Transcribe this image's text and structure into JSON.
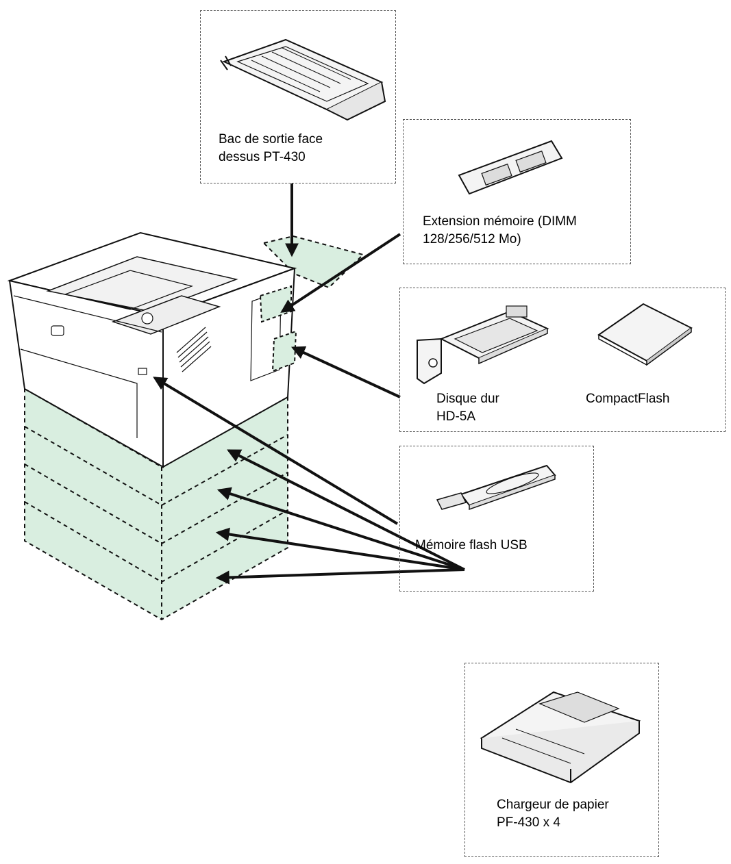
{
  "colors": {
    "option_fill": "#d9eee0",
    "line": "#111111",
    "dash_border": "#555555"
  },
  "callouts": {
    "face_up_tray": {
      "label": "Bac de sortie face\ndessus PT-430",
      "icon": "face-up-tray-icon"
    },
    "memory": {
      "label": "Extension mémoire (DIMM\n128/256/512 Mo)",
      "icon": "dimm-memory-icon"
    },
    "hard_disk": {
      "label": "Disque dur\nHD-5A",
      "icon": "hard-disk-icon"
    },
    "compactflash": {
      "label": "CompactFlash",
      "icon": "compactflash-card-icon"
    },
    "usb_flash": {
      "label": "Mémoire flash USB",
      "icon": "usb-flash-drive-icon"
    },
    "paper_feeder": {
      "label": "Chargeur de papier\nPF-430 x 4",
      "icon": "paper-feeder-icon"
    }
  },
  "printer": {
    "icon": "printer-icon"
  }
}
